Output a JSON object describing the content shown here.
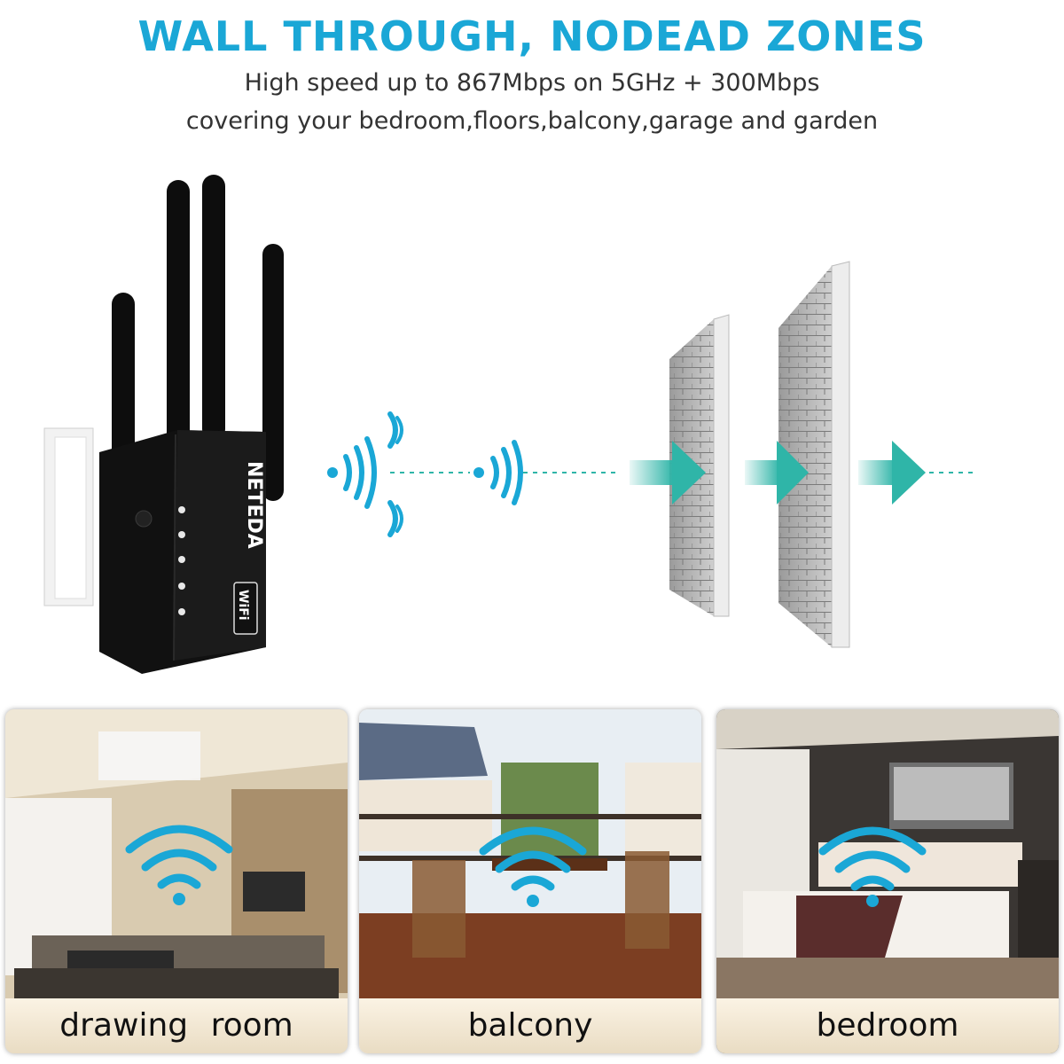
{
  "header": {
    "title": "WALL THROUGH, NODEAD ZONES",
    "line1": "High speed up to 867Mbps on 5GHz + 300Mbps",
    "line2": "covering your bedroom,floors,balcony,garage and garden"
  },
  "device": {
    "brand": "NETEDA",
    "badge": "WiFi"
  },
  "colors": {
    "accent": "#1aa7d6",
    "arrow": "#2fb5a8",
    "device_body": "#111111"
  },
  "rooms": [
    {
      "label": "drawing room",
      "icon": "wifi-signal-icon"
    },
    {
      "label": "balcony",
      "icon": "wifi-signal-icon"
    },
    {
      "label": "bedroom",
      "icon": "wifi-signal-icon"
    }
  ]
}
